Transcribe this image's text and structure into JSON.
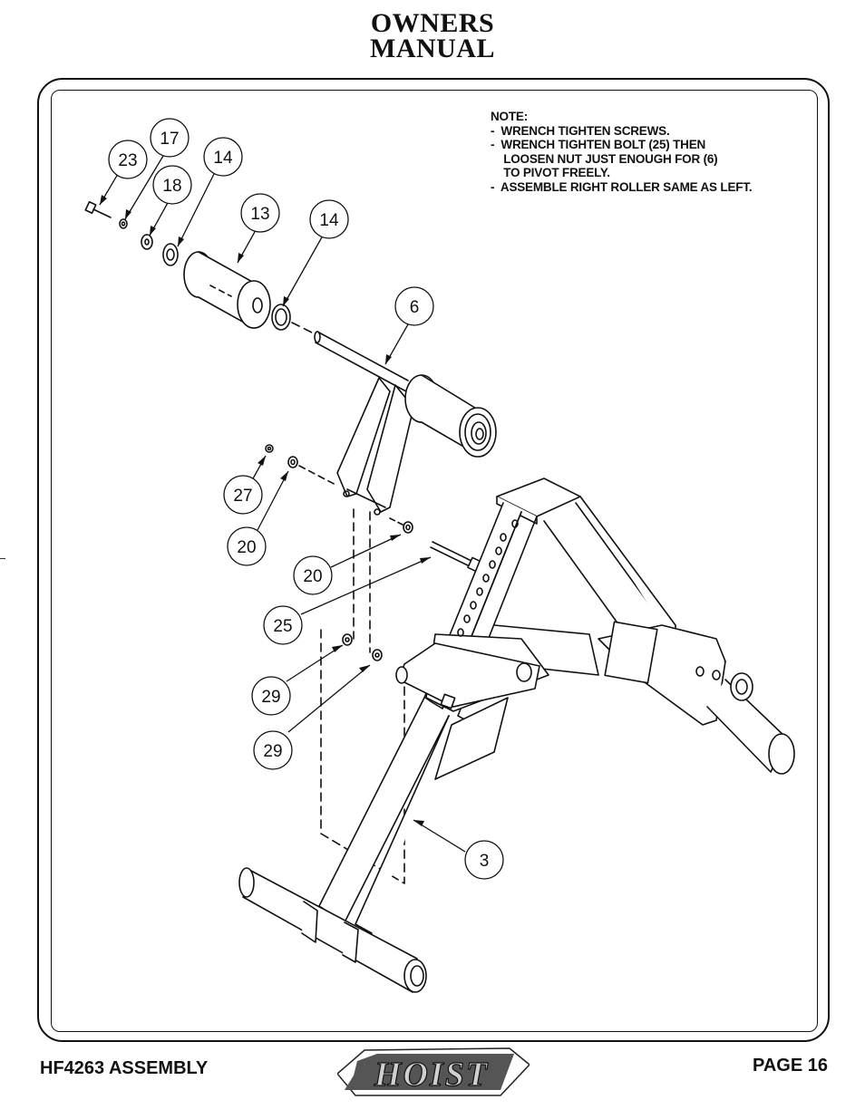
{
  "header": {
    "title_line1": "OWNERS",
    "title_line2": "MANUAL"
  },
  "note": {
    "lines": [
      "NOTE:",
      "-  WRENCH TIGHTEN SCREWS.",
      "-  WRENCH TIGHTEN BOLT (25) THEN",
      "    LOOSEN NUT JUST ENOUGH FOR (6)",
      "    TO PIVOT FREELY.",
      "-  ASSEMBLE RIGHT ROLLER SAME AS LEFT."
    ]
  },
  "callouts": [
    "23",
    "17",
    "18",
    "14",
    "13",
    "14",
    "6",
    "27",
    "20",
    "20",
    "25",
    "29",
    "29",
    "3"
  ],
  "footer": {
    "left": "HF4263 ASSEMBLY",
    "right": "PAGE 16",
    "logo_text": "HOIST"
  }
}
